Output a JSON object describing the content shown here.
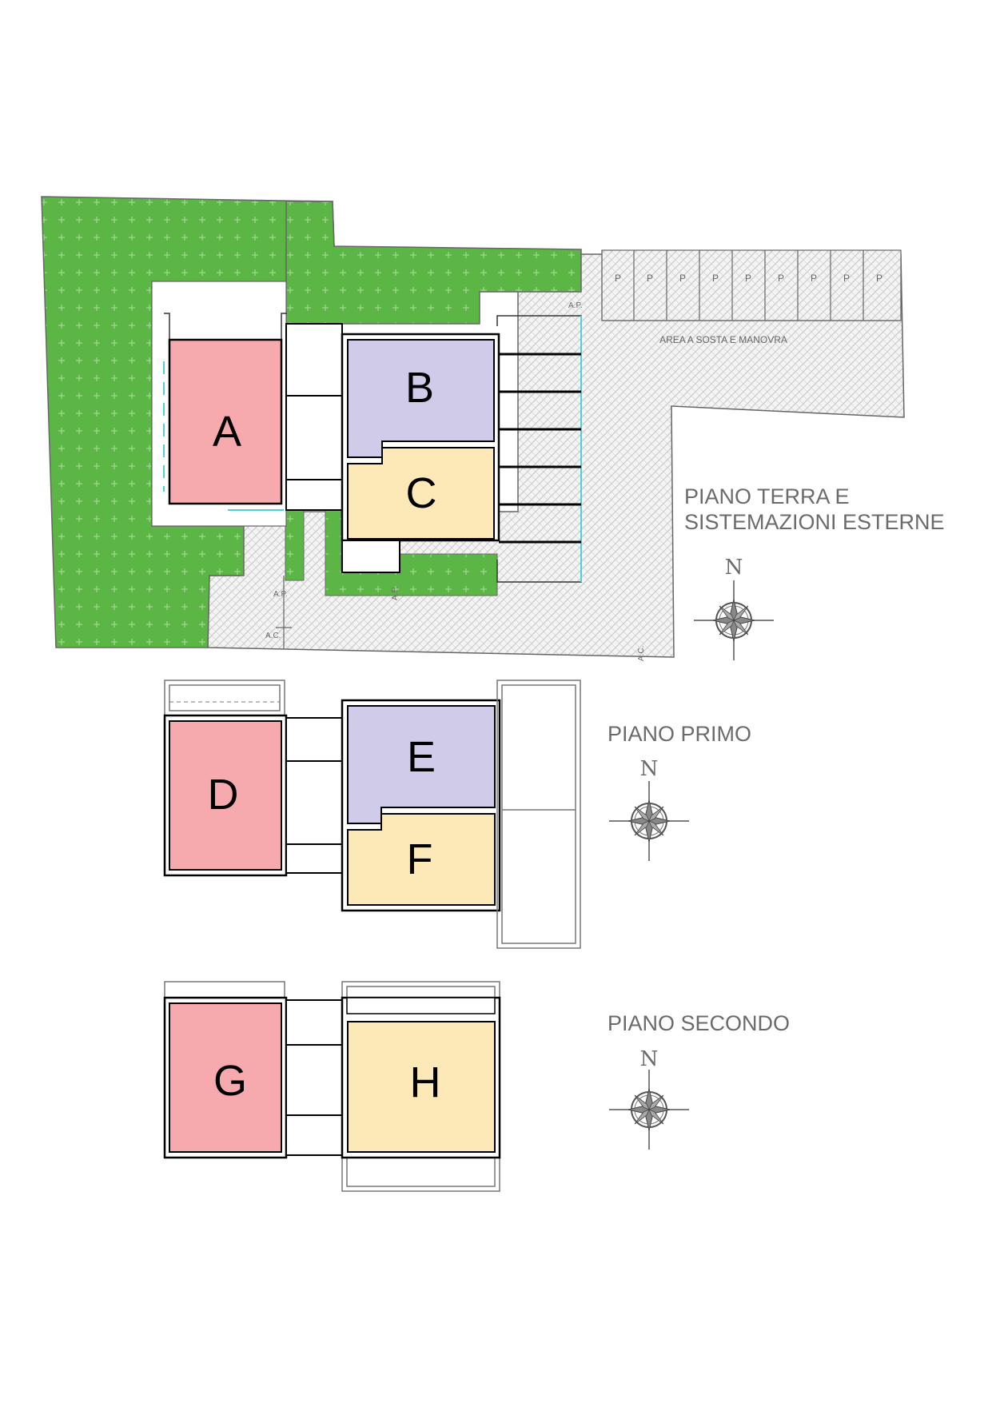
{
  "colors": {
    "unit_red": "#f7aaae",
    "unit_purple": "#cfcbe8",
    "unit_yellow": "#fde9b8",
    "garden": "#5cb646",
    "pavement": "#f2f2f2",
    "title_gray": "#6b6b6b"
  },
  "floors": {
    "ground": {
      "title_line1": "PIANO TERRA E",
      "title_line2": "SISTEMAZIONI ESTERNE",
      "units": [
        "A",
        "B",
        "C"
      ],
      "parking_label": "AREA A SOSTA E MANOVRA",
      "parking_spot_label": "P",
      "parking_spot_count": 9,
      "access_labels": [
        "A.P.",
        "A.P.",
        "A.P.",
        "A.C.",
        "A.C."
      ]
    },
    "first": {
      "title": "PIANO PRIMO",
      "units": [
        "D",
        "E",
        "F"
      ]
    },
    "second": {
      "title": "PIANO SECONDO",
      "units": [
        "G",
        "H"
      ]
    }
  },
  "compass": {
    "north_label": "N",
    "icon": "compass-rose-icon"
  }
}
